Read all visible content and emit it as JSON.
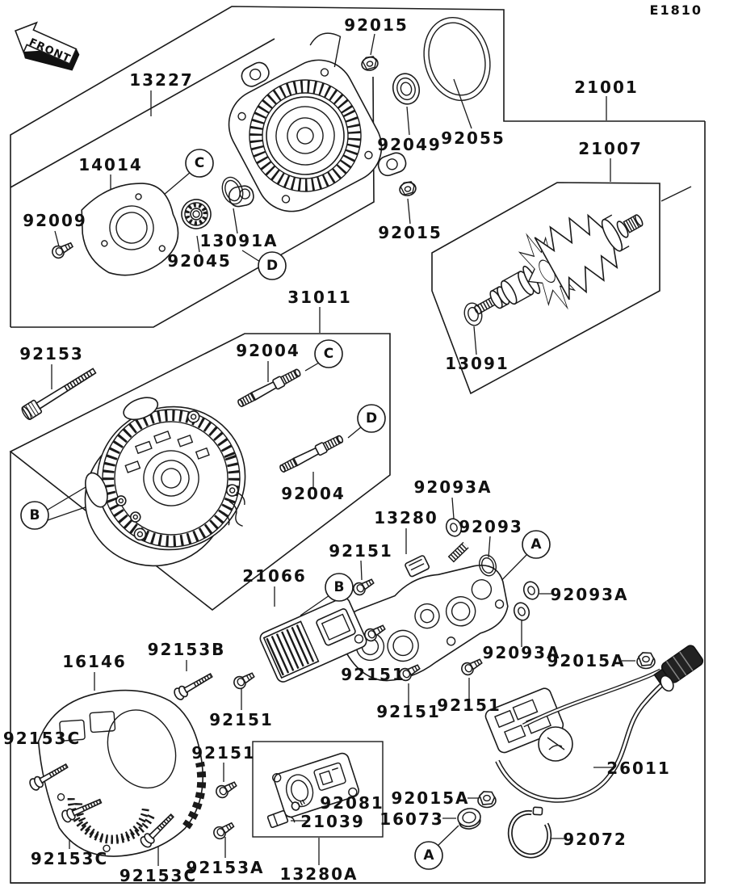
{
  "diagram": {
    "code": "E1810",
    "front_marker": "FRONT"
  },
  "part_labels": [
    {
      "part_number": "13227"
    },
    {
      "part_number": "92015"
    },
    {
      "part_number": "92049"
    },
    {
      "part_number": "92055"
    },
    {
      "part_number": "21001"
    },
    {
      "part_number": "21007"
    },
    {
      "part_number": "14014"
    },
    {
      "part_number": "92009"
    },
    {
      "part_number": "92045"
    },
    {
      "part_number": "13091A"
    },
    {
      "part_number": "92015"
    },
    {
      "part_number": "31011"
    },
    {
      "part_number": "13091"
    },
    {
      "part_number": "92153"
    },
    {
      "part_number": "92004"
    },
    {
      "part_number": "92004"
    },
    {
      "part_number": "92093A"
    },
    {
      "part_number": "13280"
    },
    {
      "part_number": "92093"
    },
    {
      "part_number": "92151"
    },
    {
      "part_number": "21066"
    },
    {
      "part_number": "92153B"
    },
    {
      "part_number": "16146"
    },
    {
      "part_number": "92153C"
    },
    {
      "part_number": "92151"
    },
    {
      "part_number": "92151"
    },
    {
      "part_number": "92151"
    },
    {
      "part_number": "92151"
    },
    {
      "part_number": "92151"
    },
    {
      "part_number": "92093A"
    },
    {
      "part_number": "92093A"
    },
    {
      "part_number": "92015A"
    },
    {
      "part_number": "92015A"
    },
    {
      "part_number": "16073"
    },
    {
      "part_number": "92072"
    },
    {
      "part_number": "26011"
    },
    {
      "part_number": "92081"
    },
    {
      "part_number": "21039"
    },
    {
      "part_number": "13280A"
    },
    {
      "part_number": "92153A"
    },
    {
      "part_number": "92153C"
    },
    {
      "part_number": "92153C"
    }
  ],
  "callouts": [
    {
      "letter": "C"
    },
    {
      "letter": "D"
    },
    {
      "letter": "C"
    },
    {
      "letter": "D"
    },
    {
      "letter": "B"
    },
    {
      "letter": "B"
    },
    {
      "letter": "A"
    },
    {
      "letter": "A"
    }
  ]
}
